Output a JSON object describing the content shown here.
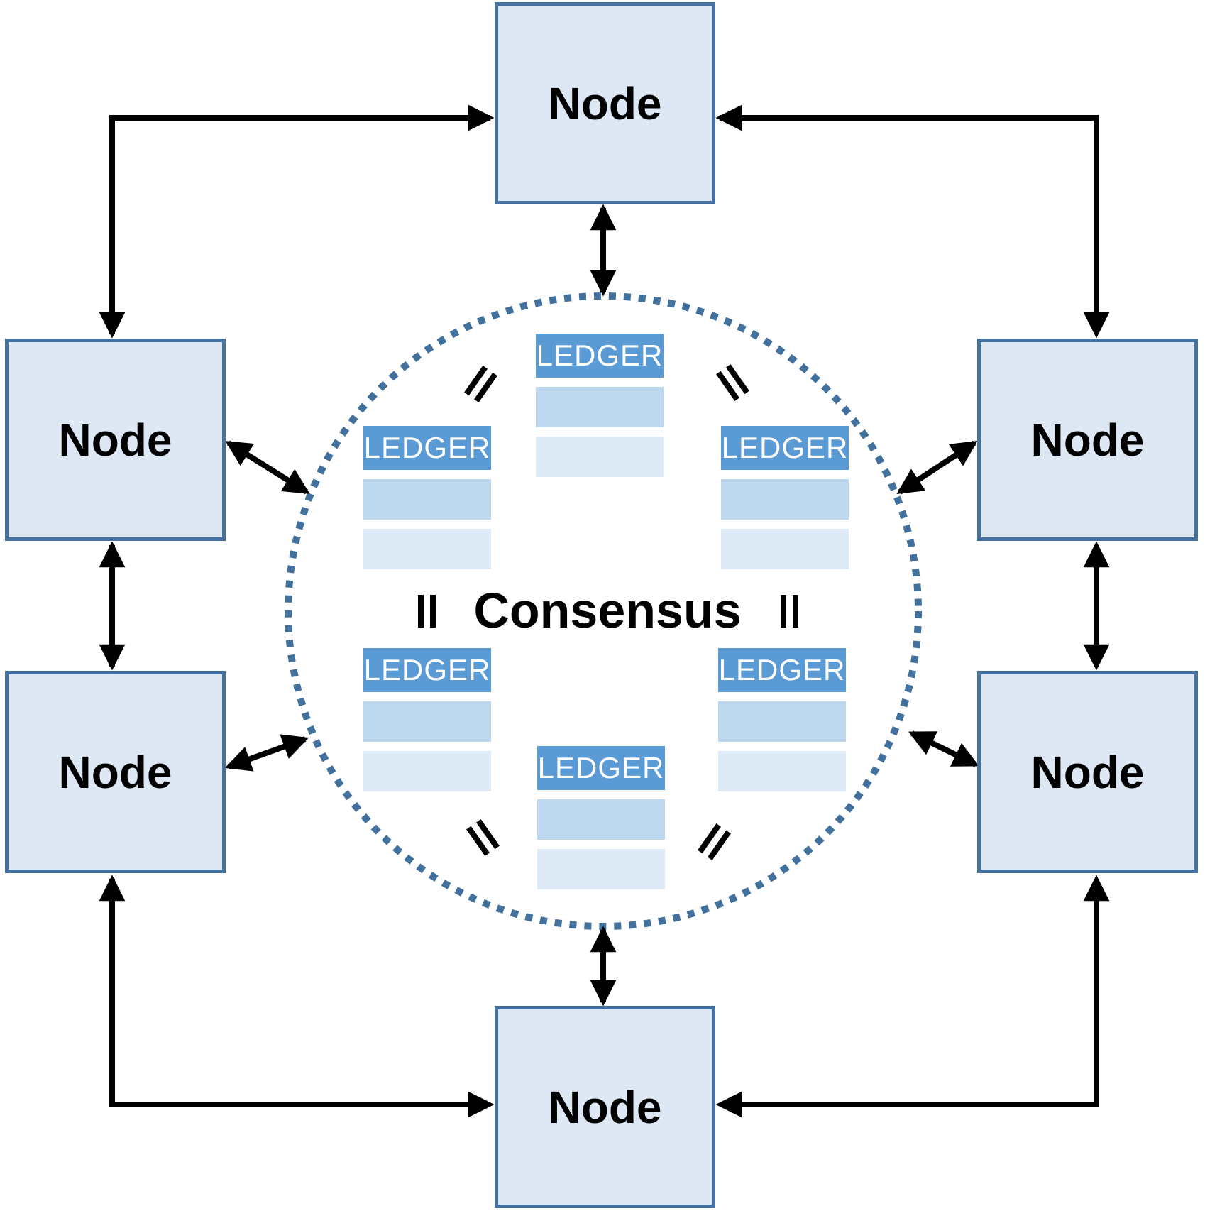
{
  "diagram": {
    "nodes": [
      {
        "id": "top",
        "label": "Node"
      },
      {
        "id": "left-upper",
        "label": "Node"
      },
      {
        "id": "right-upper",
        "label": "Node"
      },
      {
        "id": "left-lower",
        "label": "Node"
      },
      {
        "id": "right-lower",
        "label": "Node"
      },
      {
        "id": "bottom",
        "label": "Node"
      }
    ],
    "center": {
      "label": "Consensus"
    },
    "ledgers": [
      {
        "id": "top-center",
        "header": "LEDGER",
        "rows": 2
      },
      {
        "id": "left-upper",
        "header": "LEDGER",
        "rows": 2
      },
      {
        "id": "right-upper",
        "header": "LEDGER",
        "rows": 2
      },
      {
        "id": "left-lower",
        "header": "LEDGER",
        "rows": 2
      },
      {
        "id": "right-lower",
        "header": "LEDGER",
        "rows": 2
      },
      {
        "id": "bottom-center",
        "header": "LEDGER",
        "rows": 2
      }
    ],
    "equality": {
      "symbol": "=",
      "count": 6,
      "icon": "equals-icon"
    },
    "connections": {
      "style": "double-headed-arrows",
      "outer_ring": "each node linked to adjacent nodes",
      "inner": "each node linked to consensus circle"
    },
    "colors": {
      "node_fill": "#dde8f4",
      "node_border": "#44719f",
      "ledger_header": "#5b9bd5",
      "ledger_row_medium": "#bdd7ee",
      "ledger_row_light": "#deebf7",
      "circle_dot": "#41719c",
      "arrow": "#000000",
      "ledger_text": "#ffffff",
      "node_text": "#000000"
    }
  }
}
